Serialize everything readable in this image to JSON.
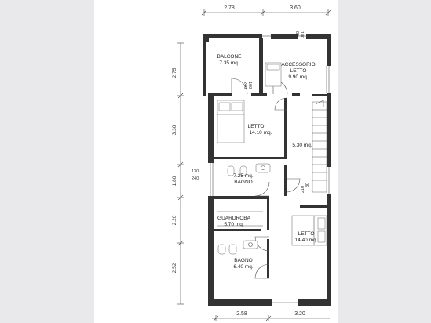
{
  "rooms": {
    "balcone": {
      "name": "BALCONE",
      "area": "7.35 mq."
    },
    "accessorio": {
      "name_line1": "ACCESSORIO",
      "name_line2": "LETTO",
      "area": "9.90 mq."
    },
    "letto1": {
      "name": "LETTO",
      "area": "14.10 mq."
    },
    "hall": {
      "area": "5.30 mq."
    },
    "bagno1": {
      "area": "7.25 mq.",
      "name": "BAGNO"
    },
    "guardaroba": {
      "name": "GUARDROBA",
      "area": "5.70 mq."
    },
    "letto2": {
      "name": "LETTO",
      "area": "14.40 mq."
    },
    "bagno2": {
      "name": "BAGNO",
      "area": "6.40 mq."
    }
  },
  "dimensions": {
    "top": [
      "2.78",
      "3.60"
    ],
    "bottom": [
      "2.58",
      "3.20"
    ],
    "left": [
      "2.75",
      "3.30",
      "1.80",
      "2.20",
      "2.52"
    ],
    "openings": {
      "top_window_a": "140",
      "top_window_b": "80",
      "balcony_door_a": "100",
      "balcony_door_b": "240",
      "bagno_window_a": "130",
      "bagno_window_b": "240",
      "hall_door_a": "80",
      "hall_door_b": "210"
    }
  }
}
